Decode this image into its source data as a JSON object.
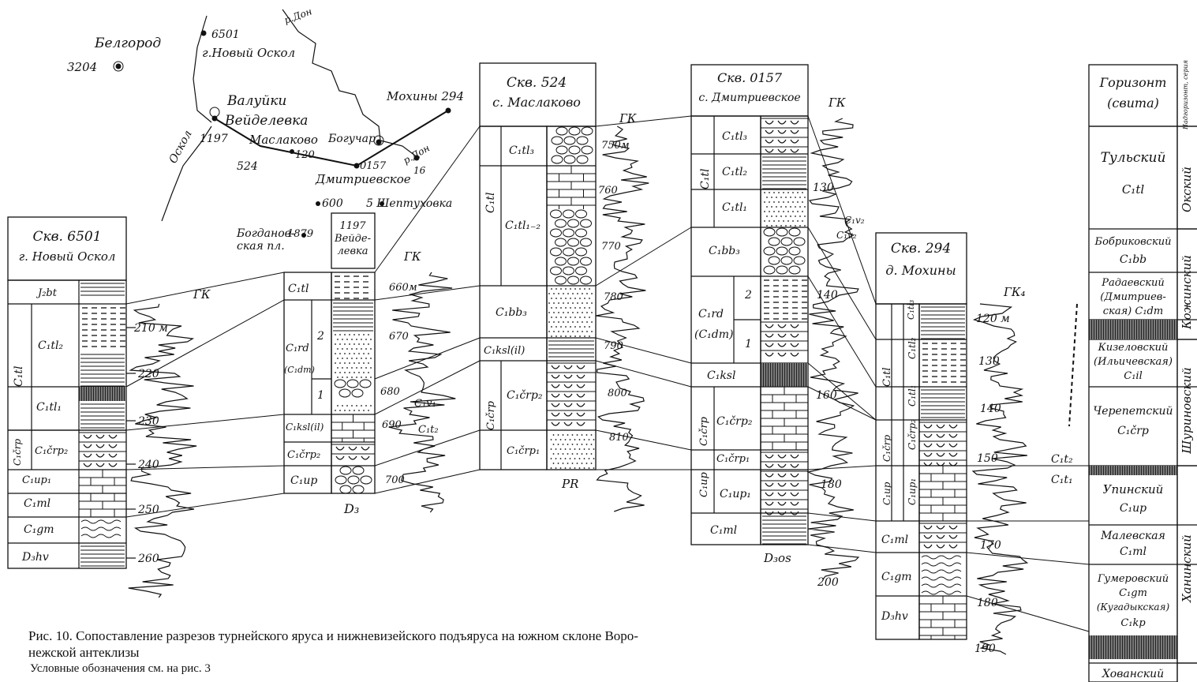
{
  "map": {
    "places": [
      {
        "id": "belgorod",
        "name": "Белгород"
      },
      {
        "id": "w3204",
        "name": "3204"
      },
      {
        "id": "w6501",
        "name": "6501"
      },
      {
        "id": "noskol",
        "name": "г.Новый Оскол"
      },
      {
        "id": "valuyki",
        "name": "Валуйки"
      },
      {
        "id": "veydel",
        "name": "Вейделевка"
      },
      {
        "id": "w1197",
        "name": "1197"
      },
      {
        "id": "oskol",
        "name": "Оскол"
      },
      {
        "id": "maslak",
        "name": "Маслаково"
      },
      {
        "id": "w524",
        "name": "524"
      },
      {
        "id": "w120",
        "name": "120"
      },
      {
        "id": "boguchar",
        "name": "Богучар"
      },
      {
        "id": "w0157",
        "name": "0157"
      },
      {
        "id": "dmitr",
        "name": "Дмитриевское"
      },
      {
        "id": "mohiny",
        "name": "Мохины 294"
      },
      {
        "id": "w16",
        "name": "16"
      },
      {
        "id": "rdon1",
        "name": "р.Дон"
      },
      {
        "id": "rdon2",
        "name": "р.Дон"
      },
      {
        "id": "w600",
        "name": "600"
      },
      {
        "id": "shept",
        "name": "5 Шептуховка"
      },
      {
        "id": "bogd1",
        "name": "Богданов-"
      },
      {
        "id": "bogd2",
        "name": "ская пл."
      },
      {
        "id": "w1879",
        "name": "1879"
      }
    ]
  },
  "wells": [
    {
      "id": "w6501",
      "title1": "Скв. 6501",
      "title2": "г. Новый Оскол",
      "log": "ГК",
      "units": [
        "J₂bt",
        "C₁tl₂",
        "C₁tl₁",
        "C₁črp₂",
        "C₁up₁",
        "C₁ml",
        "C₁gm",
        "D₃hv"
      ],
      "group": "C₁tl",
      "group2": "C₁črp",
      "depths": [
        "210 м",
        "220",
        "230",
        "240",
        "250",
        "260"
      ]
    },
    {
      "id": "w1197",
      "title1": "1197",
      "title2": "Вейде-",
      "title3": "левка",
      "log": "ГК",
      "units": [
        "C₁tl",
        "C₁rd",
        "(C₁dm)",
        "C₁ksl(il)",
        "C₁črp₂",
        "C₁up"
      ],
      "sub": [
        "2",
        "1"
      ],
      "base": "D₃",
      "depths": [
        "660м",
        "670",
        "680",
        "690",
        "700"
      ],
      "ext": [
        "C₁v₁",
        "C₁t₂"
      ]
    },
    {
      "id": "w524",
      "title1": "Скв. 524",
      "title2": "с. Маслаково",
      "log": "ГК",
      "units": [
        "C₁tl₃",
        "C₁tl₁₋₂",
        "C₁bb₃",
        "C₁ksl(il)",
        "C₁črp₂",
        "C₁črp₁"
      ],
      "group": "C₁tl",
      "group2": "C₁črp",
      "base": "PR",
      "depths": [
        "750м",
        "760",
        "770",
        "780",
        "790",
        "800",
        "810"
      ]
    },
    {
      "id": "w0157",
      "title1": "Скв. 0157",
      "title2": "с. Дмитриевское",
      "log": "ГК",
      "units": [
        "C₁tl₃",
        "C₁tl₂",
        "C₁tl₁",
        "C₁bb₃",
        "C₁rd",
        "(C₁dm)",
        "C₁ksl",
        "C₁črp₂",
        "C₁črp₁",
        "C₁up₁",
        "C₁ml"
      ],
      "group": "C₁tl",
      "group2": "C₁črp",
      "group3": "C₁up",
      "sub": [
        "2",
        "1"
      ],
      "base": "D₃os",
      "depths": [
        "130",
        "140",
        "160",
        "180",
        "200"
      ],
      "ext": [
        "C₁v₂",
        "C₁v₂"
      ]
    },
    {
      "id": "w294",
      "title1": "Скв. 294",
      "title2": "д. Мохины",
      "log": "ГК₄",
      "units": [
        "C₁tl₃",
        "C₁tl₂",
        "C₁tl₁",
        "C₁črp₂",
        "C₁up₁",
        "C₁ml",
        "C₁gm",
        "D₃hv"
      ],
      "group": "C₁tl",
      "group2": "C₁črp",
      "group3": "C₁up",
      "depths": [
        "120 м",
        "130",
        "140",
        "150",
        "170",
        "180",
        "190"
      ],
      "ext": [
        "C₁t₂",
        "C₁t₁"
      ]
    }
  ],
  "horizons": {
    "header1": "Горизонт",
    "header2": "(свита)",
    "header3": "Надгоризонт, серия",
    "rows": [
      {
        "a": "Тульский",
        "b": "C₁tl"
      },
      {
        "a": "Бобриковский",
        "b": "C₁bb"
      },
      {
        "a": "Радаевский",
        "b": "(Дмитриев-",
        "c": "ская)  C₁dm"
      },
      {
        "a": "Кизеловский",
        "b": "(Ильичевская)",
        "c": "C₁il"
      },
      {
        "a": "Черепетский",
        "b": "C₁črp"
      },
      {
        "a": "Упинский",
        "b": "C₁up"
      },
      {
        "a": "Малевская",
        "b": "C₁ml"
      },
      {
        "a": "Гумеровский",
        "b": "C₁gm",
        "c": "(Кугадыкская)",
        "d": "C₁kp"
      },
      {
        "a": "Хованский"
      }
    ],
    "series": [
      "Окский",
      "Кожинский",
      "Шуриновский",
      "Ханинский"
    ]
  },
  "caption": {
    "line1": "Рис. 10. Сопоставление разрезов турнейского яруса и нижневизейского подъяруса на южном склоне Воро-",
    "line2": "нежской антеклизы",
    "line3": "Условные обозначения см. на рис. 3"
  }
}
